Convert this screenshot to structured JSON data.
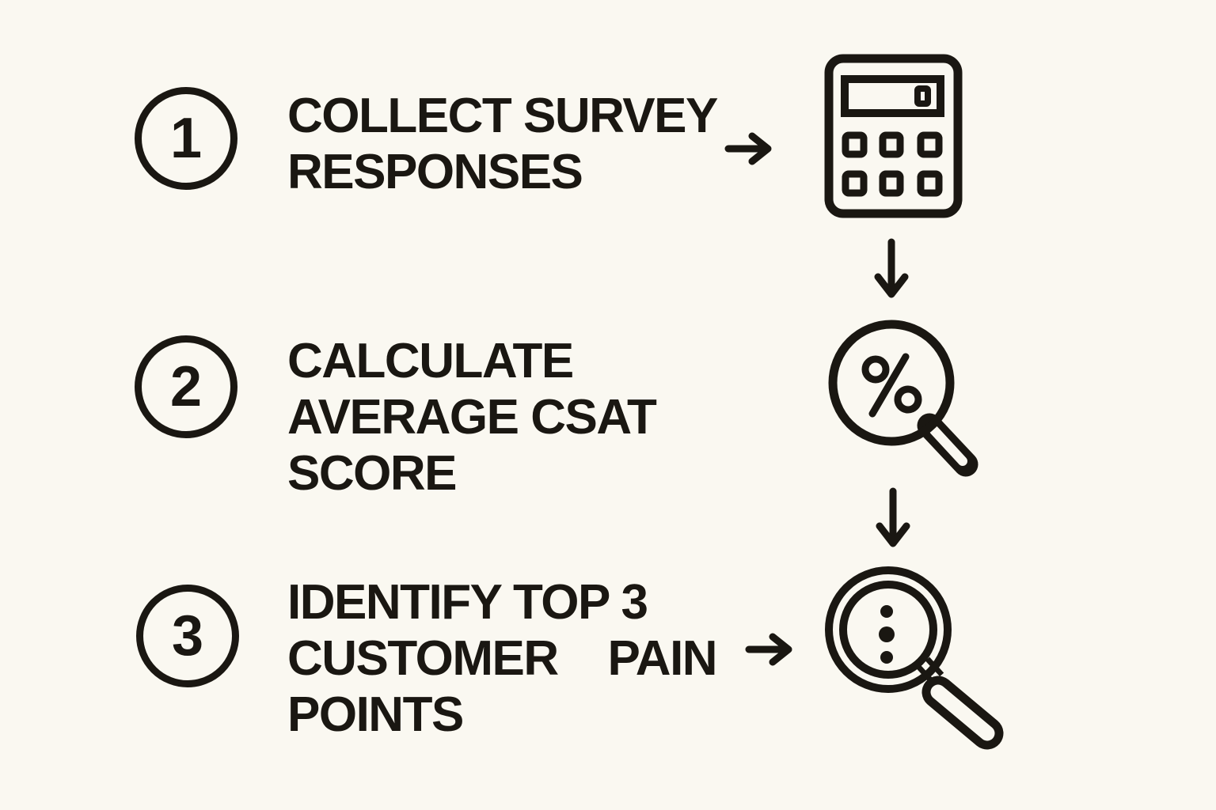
{
  "background_color": "#FAF8F1",
  "ink_color": "#1A1712",
  "steps": [
    {
      "number": "1",
      "lines": [
        "COLLECT SURVEY",
        "RESPONSES"
      ],
      "icon": "calculator-icon"
    },
    {
      "number": "2",
      "lines": [
        "CALCULATE",
        "AVERAGE CSAT",
        "SCORE"
      ],
      "icon": "percent-magnifier-icon"
    },
    {
      "number": "3",
      "lines": [
        "IDENTIFY TOP 3",
        "CUSTOMER    PAIN",
        "POINTS"
      ],
      "icon": "details-magnifier-icon"
    }
  ],
  "connectors": {
    "step1_text_to_icon": "arrow-right",
    "icon1_to_icon2": "arrow-down",
    "icon2_to_icon3": "arrow-down",
    "step3_text_to_icon": "arrow-right"
  }
}
